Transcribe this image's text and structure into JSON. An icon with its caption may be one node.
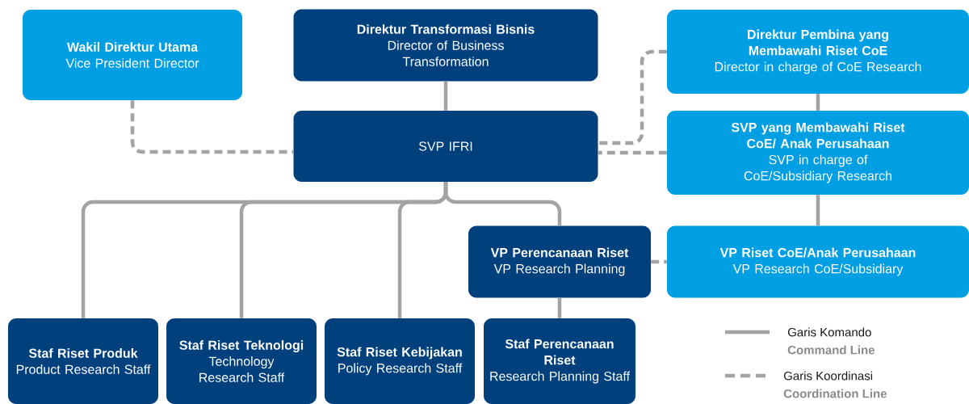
{
  "diagram": {
    "nodes": [
      {
        "text": [
          "Wakil Direktur Utama",
          "Vice President Director"
        ]
      },
      {
        "text": [
          "Direktur Transformasi Bisnis",
          "Director of Business Transformation"
        ]
      },
      {
        "text": [
          "Direktur Pembina yang Membawahi Riset CoE",
          "Director in charge of CoE Research"
        ]
      },
      {
        "text": [
          "SVP IFRI"
        ]
      },
      {
        "text": [
          "SVP yang Membawahi Riset CoE/ Anak Perusahaan",
          "SVP in charge of CoE/Subsidiary Research"
        ]
      },
      {
        "text": [
          "VP Perencanaan Riset",
          "VP Research Planning"
        ]
      },
      {
        "text": [
          "VP Riset CoE/Anak Perusahaan",
          "VP Research CoE/Subsidiary"
        ]
      },
      {
        "text": [
          "Staf Riset Produk",
          "Product Research Staff"
        ]
      },
      {
        "text": [
          "Staf Riset Teknologi",
          "Technology Research Staff"
        ]
      },
      {
        "text": [
          "Staf Riset Kebijakan",
          "Policy Research Staff"
        ]
      },
      {
        "text": [
          "Staf Perencanaan Riset",
          "Research Planning Staff"
        ]
      }
    ],
    "edges": [
      {
        "from": 1,
        "to": 3,
        "arrow": "none"
      },
      {
        "from": 0,
        "to": 3,
        "arrow": "none",
        "style": "dashed"
      },
      {
        "from": 2,
        "to": 3,
        "arrow": "none",
        "style": "dashed"
      },
      {
        "from": 4,
        "to": 3,
        "arrow": "none",
        "style": "dashed"
      },
      {
        "from": 2,
        "to": 4,
        "arrow": "none"
      },
      {
        "from": 4,
        "to": 6,
        "arrow": "none"
      },
      {
        "from": 3,
        "to": 7,
        "arrow": "none"
      },
      {
        "from": 3,
        "to": 8,
        "arrow": "none"
      },
      {
        "from": 3,
        "to": 9,
        "arrow": "none"
      },
      {
        "from": 3,
        "to": 5,
        "arrow": "none"
      },
      {
        "from": 5,
        "to": 10,
        "arrow": "none"
      },
      {
        "from": 5,
        "to": 6,
        "arrow": "none",
        "style": "dashed"
      }
    ],
    "labels": [
      "Command Line",
      "Coordination Line"
    ],
    "legend": [
      {
        "text": "Garis Komando"
      },
      {
        "text": "Garis Koordinasi"
      }
    ]
  }
}
